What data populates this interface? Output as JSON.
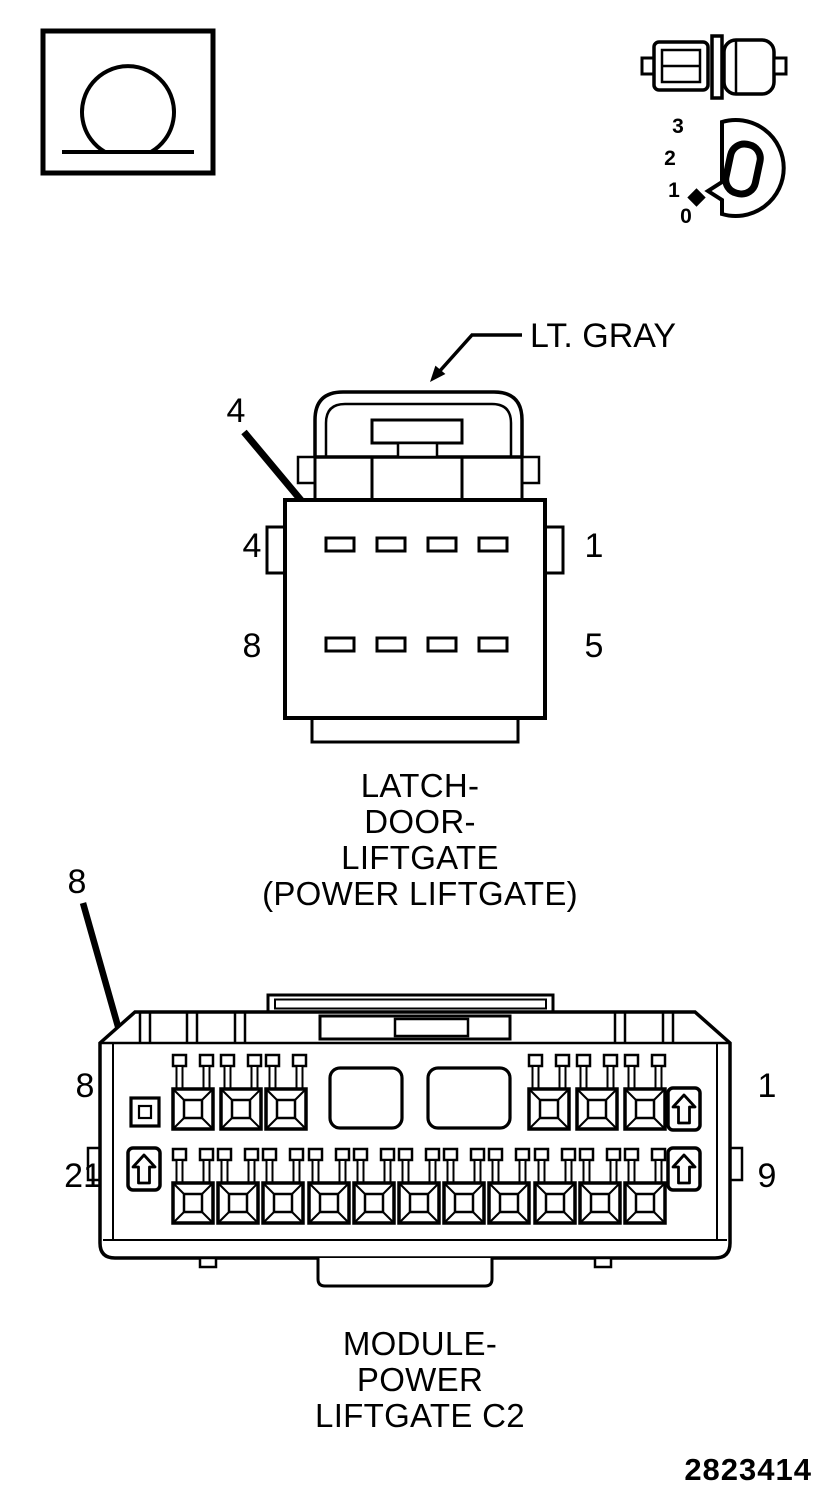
{
  "meta": {
    "part_number": "2823414"
  },
  "icons": {
    "ohmmeter": "ohmmeter-symbol",
    "connector": "inline-connector-icon",
    "ignition_switch": "ignition-key-icon"
  },
  "ignition_switch": {
    "positions": [
      "3",
      "2",
      "1",
      "0"
    ]
  },
  "latch_connector": {
    "color_callout": "LT. GRAY",
    "pin_callout": "4",
    "pin_labels": {
      "top_left": "4",
      "top_right": "1",
      "bottom_left": "8",
      "bottom_right": "5"
    },
    "name_lines": [
      "LATCH-",
      "DOOR-",
      "LIFTGATE",
      "(POWER LIFTGATE)"
    ]
  },
  "module_connector": {
    "pin_callout": "8",
    "pin_labels": {
      "top_left": "8",
      "top_right": "1",
      "bottom_left": "21",
      "bottom_right": "9"
    },
    "name_lines": [
      "MODULE-",
      "POWER",
      "LIFTGATE C2"
    ]
  }
}
